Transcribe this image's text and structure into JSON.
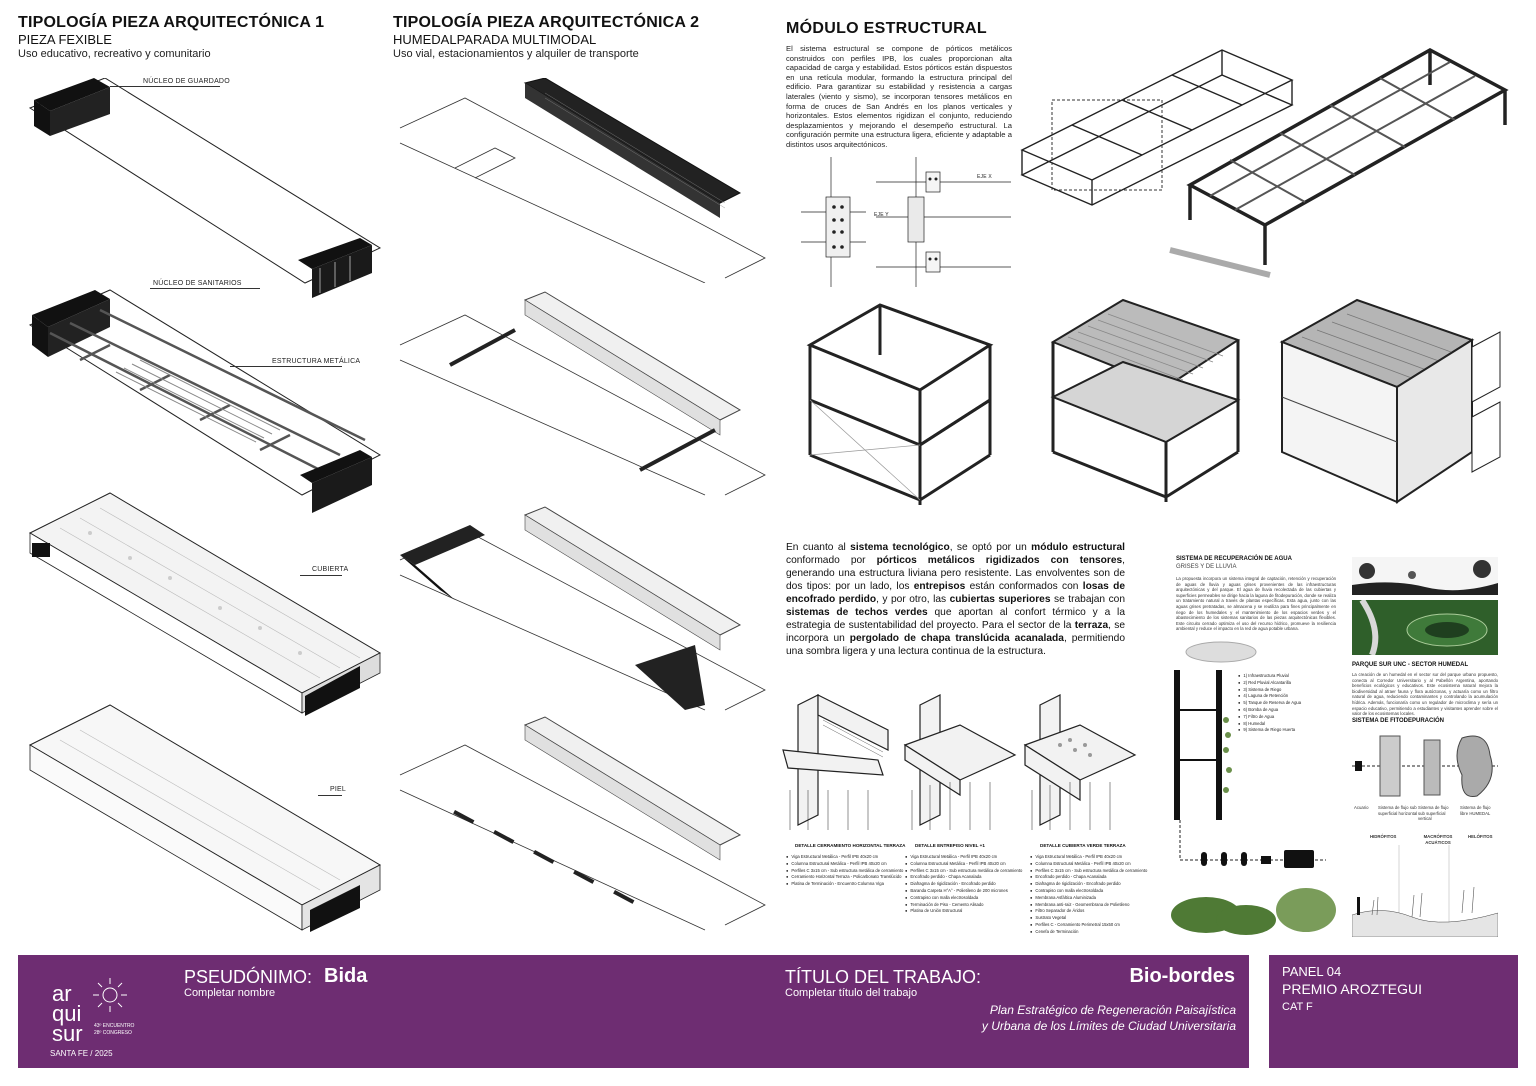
{
  "col1": {
    "title": "TIPOLOGÍA PIEZA ARQUITECTÓNICA 1",
    "subtitle": "PIEZA FEXIBLE",
    "use": "Uso educativo, recreativo y comunitario",
    "labels": {
      "guardado": "NÚCLEO DE GUARDADO",
      "sanitarios": "NÚCLEO DE SANITARIOS",
      "estructura": "ESTRUCTURA METÁLICA",
      "cubierta": "CUBIERTA",
      "piel": "PIEL"
    }
  },
  "col2": {
    "title": "TIPOLOGÍA PIEZA ARQUITECTÓNICA 2",
    "subtitle": "HUMEDALPARADA MULTIMODAL",
    "use": "Uso vial, estacionamientos y alquiler de transporte"
  },
  "modulo": {
    "title": "MÓDULO ESTRUCTURAL",
    "text": "El sistema estructural se compone de pórticos metálicos construidos con perfiles IPB, los cuales proporcionan alta capacidad de carga y estabilidad. Estos pórticos están dispuestos en una retícula modular, formando la estructura principal del edificio. Para garantizar su estabilidad y resistencia a cargas laterales (viento y sismo), se incorporan tensores metálicos en forma de cruces de San Andrés en los planos verticales y horizontales. Estos elementos rigidizan el conjunto, reduciendo desplazamientos y mejorando el desempeño estructural. La configuración permite una estructura ligera, eficiente y adaptable a distintos usos arquitectónicos.",
    "axes": {
      "y": "EJE Y",
      "x": "EJE X"
    }
  },
  "tecnologico": {
    "p1": "En cuanto al ",
    "b1": "sistema tecnológico",
    "p2": ", se optó por un ",
    "b2": "módulo estructural",
    "p3": " conformado por ",
    "b3": "pórticos metálicos rigidizados con tensores",
    "p4": ", generando una estructura liviana pero resistente. Las envolventes son de dos tipos: por un lado, los ",
    "b4": "entrepisos",
    "p5": " están conformados con ",
    "b5": "losas de encofrado perdido",
    "p6": ", y por otro, las ",
    "b6": "cubiertas superiores",
    "p7": " se trabajan con ",
    "b7": "sistemas de techos verdes",
    "p8": " que aportan al confort térmico y a la estrategia de sustentabilidad del proyecto. Para el sector de la ",
    "b8": "terraza",
    "p9": ", se incorpora un ",
    "b9": "pergolado de chapa translúcida acanalada",
    "p10": ", permitiendo una sombra ligera y una lectura continua de la estructura."
  },
  "details": [
    {
      "title": "DETALLE CERRAMIENTO HORIZONTAL TERRAZA",
      "items": [
        "Viga Estructural Metálica - Perfil IPB 40x20 cm",
        "Columna Estructural Metálica - Perfil IPB 40x20 cm",
        "Perfiles C 3x15 cm - Sub estructura metálica de cerramiento",
        "Cerramiento Horizontal Terraza - Policarbonato Translúcido",
        "Platina de Terminación - Encuentro Columna Viga"
      ]
    },
    {
      "title": "DETALLE ENTREPISO NIVEL +1",
      "items": [
        "Viga Estructural Metálica - Perfil IPB 40x20 cm",
        "Columna Estructural Metálica - Perfil IPB 40x20 cm",
        "Perfiles C 3x15 cm - Sub estructura metálica de cerramiento",
        "Encofrado perdido - Chapa Acanalada",
        "Diafragma de rigidización - Encofrado perdido",
        "Baranda Carpeta H°A° - Polietileno de 200 micrones",
        "Contrapiso con malla electrosoldada",
        "Terminación de Piso - Cemento Alisado",
        "Platina de Unión Estructural"
      ]
    },
    {
      "title": "DETALLE CUBIERTA VERDE TERRAZA",
      "items": [
        "Viga Estructural Metálica - Perfil IPB 40x20 cm",
        "Columna Estructural Metálica - Perfil IPB 40x20 cm",
        "Perfiles C 3x15 cm - Sub estructura metálica de cerramiento",
        "Encofrado perdido - Chapa Acanalada",
        "Diafragma de rigidización - Encofrado perdido",
        "Contrapiso con malla electrosoldada",
        "Membrana Asfáltica Aluminizada",
        "Membrana anti-raiz - Geomembrana de Polietileno",
        "Filtro Separador de Áridos",
        "Sustrato Vegetal",
        "Perfiles C - Cerramiento Perimetral 15x50 cm",
        "Cenefa de Terminación"
      ]
    }
  ],
  "agua": {
    "title": "SISTEMA DE RECUPERACIÓN DE AGUA",
    "subtitle": "GRISES Y DE LLUVIA",
    "text": "La propuesta incorpora un sistema integral de captación, retención y recuperación de aguas de lluvia y aguas grises provenientes de las infraestructuras arquitectónicas y del parque. El agua de lluvia recolectada de las cubiertas y superficies permeables se dirige hacia la laguna de fitodepuración, donde se realiza un tratamiento natural a través de plantas específicas. Esta agua, junto con las aguas grises pretratadas, se almacena y se reutiliza para fines principalmente en riego de los humedales y el mantenimiento de los espacios verdes y el abastecimiento de los sistemas sanitarios de las piezas arquitectónicas flexibles. Este circuito cerrado optimiza el uso del recurso hídrico, promueve la resiliencia ambiental y reduce el impacto en la red de agua potable urbana.",
    "legend": [
      "1) Infraestructura Pluvial",
      "2) Red Pluvial Alcantarilla",
      "3) Sistema de Riego",
      "4) Laguna de Retención",
      "5) Tanque de Reserva de Agua",
      "6) Bomba de Agua",
      "7) Filtro de Agua",
      "8) Humedal",
      "9) Sistema de Riego Huerta"
    ]
  },
  "parque": {
    "title": "PARQUE SUR UNC - SECTOR HUMEDAL",
    "text": "La creación de un humedal en el sector sur del parque urbano propuesto, conecta al Corredor Universitario y al Pabellón Argentina, aportando beneficios ecológicos y educativos. Este ecosistema natural mejora la biodiversidad al atraer fauna y flora autóctonas, y actuaría como un filtro natural de agua, reduciendo contaminantes y controlando la acumulación hídrica. Además, funcionaría como un regulador de microclima y sería un espacio educativo, permitiendo a estudiantes y visitantes aprender sobre el valor de los ecosistemas locales.",
    "fito_title": "SISTEMA DE FITODEPURACIÓN",
    "fito": [
      "Acuario",
      "Sistema de flujo sub superficial horizontal",
      "Sistema de flujo sub superficial vertical",
      "Sistema de flujo libre HUMEDAL"
    ],
    "zones": [
      "HIDRÓFITOS",
      "MACRÓFITOS ACUÁTICOS",
      "HELÓFITOS"
    ]
  },
  "footer": {
    "logo_top": "ar",
    "logo_mid": "qui",
    "logo_bot": "sur",
    "logo_sub1": "43º ENCUENTRO",
    "logo_sub2": "28º CONGRESO",
    "logo_city": "SANTA FE / 2025",
    "pseudonimo_label": "PSEUDÓNIMO:",
    "pseudonimo_value": "Bida",
    "pseudonimo_hint": "Completar nombre",
    "titulo_label": "TÍTULO DEL TRABAJO:",
    "titulo_value": "Bio-bordes",
    "titulo_hint": "Completar título del trabajo",
    "titulo_desc1": "Plan Estratégico de Regeneración Paisajística",
    "titulo_desc2": "y Urbana de los Límites de Ciudad Universitaria",
    "panel": "PANEL 04",
    "premio": "PREMIO AROZTEGUI",
    "cat": "CAT F",
    "color": "#6e2d72"
  }
}
